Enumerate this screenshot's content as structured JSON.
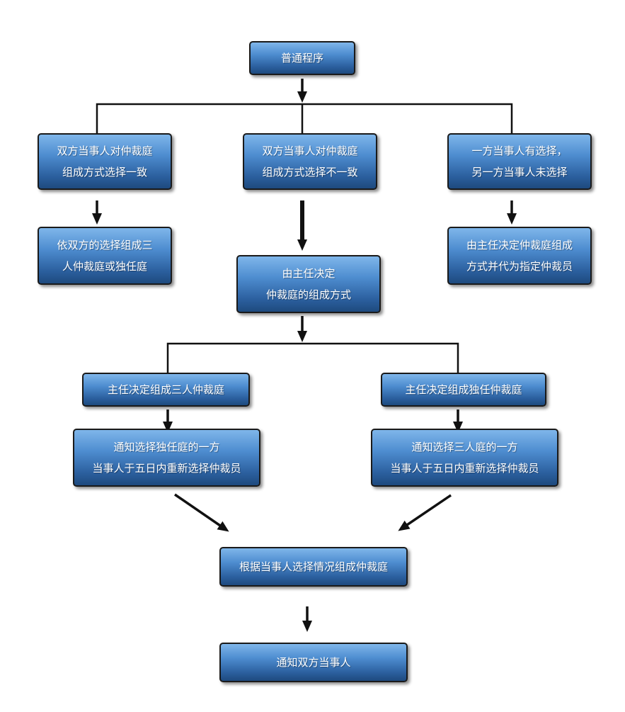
{
  "nodes": {
    "start": [
      "普通程序"
    ],
    "agree": [
      "双方当事人对仲裁庭",
      "组成方式选择一致"
    ],
    "disagree": [
      "双方当事人对仲裁庭",
      "组成方式选择不一致"
    ],
    "partial": [
      "一方当事人有选择，",
      "另一方当事人未选择"
    ],
    "form_by_choice": [
      "依双方的选择组成三",
      "人仲裁庭或独任庭"
    ],
    "director_decides_form": [
      "由主任决定",
      "仲裁庭的组成方式"
    ],
    "director_appoints": [
      "由主任决定仲裁庭组成",
      "方式并代为指定仲裁员"
    ],
    "three_member": [
      "主任决定组成三人仲裁庭"
    ],
    "sole": [
      "主任决定组成独任仲裁庭"
    ],
    "notify_sole_party": [
      "通知选择独任庭的一方",
      "当事人于五日内重新选择仲裁员"
    ],
    "notify_three_party": [
      "通知选择三人庭的一方",
      "当事人于五日内重新选择仲裁员"
    ],
    "form_tribunal": [
      "根据当事人选择情况组成仲裁庭"
    ],
    "notify_both": [
      "通知双方当事人"
    ]
  }
}
